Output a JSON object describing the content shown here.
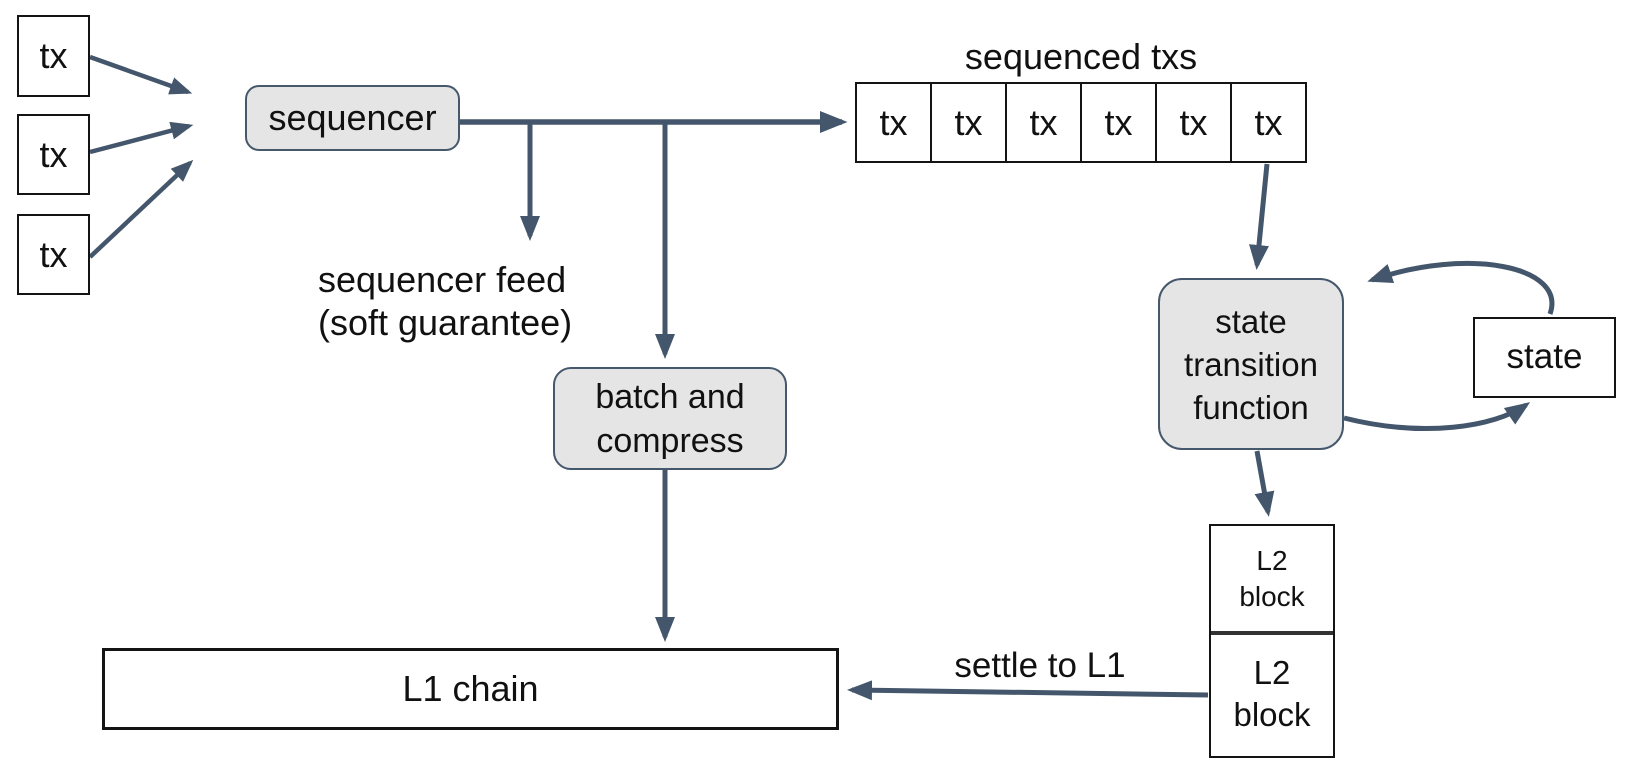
{
  "diagram": {
    "incoming_txs": {
      "items": [
        "tx",
        "tx",
        "tx"
      ]
    },
    "sequencer": {
      "label": "sequencer"
    },
    "sequencer_feed": {
      "line1": "sequencer feed",
      "line2": "(soft guarantee)"
    },
    "batch_compress": {
      "line1": "batch and",
      "line2": "compress"
    },
    "sequenced_txs": {
      "title": "sequenced txs",
      "cells": [
        "tx",
        "tx",
        "tx",
        "tx",
        "tx",
        "tx"
      ]
    },
    "state_transition_function": {
      "line1": "state",
      "line2": "transition",
      "line3": "function"
    },
    "state": {
      "label": "state"
    },
    "l2_blocks": {
      "top": {
        "line1": "L2",
        "line2": "block"
      },
      "bottom": {
        "line1": "L2",
        "line2": "block"
      }
    },
    "l1_chain": {
      "label": "L1 chain"
    },
    "settle": {
      "label": "settle to L1"
    }
  },
  "colors": {
    "arrow": "#44566b",
    "node_fill": "#e5e5e6",
    "node_border": "#46586c",
    "box_border": "#141414",
    "background": "#ffffff"
  }
}
